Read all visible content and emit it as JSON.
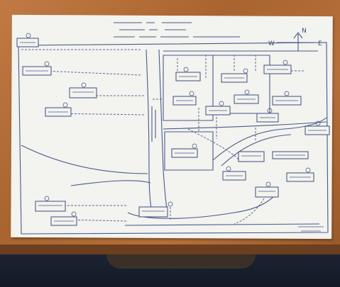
{
  "compass": {
    "west": "W",
    "north": "N",
    "east": "E"
  },
  "colors": {
    "ink": "#4a5a8a",
    "paper": "#f3f3ef",
    "table": "#b06a36"
  }
}
